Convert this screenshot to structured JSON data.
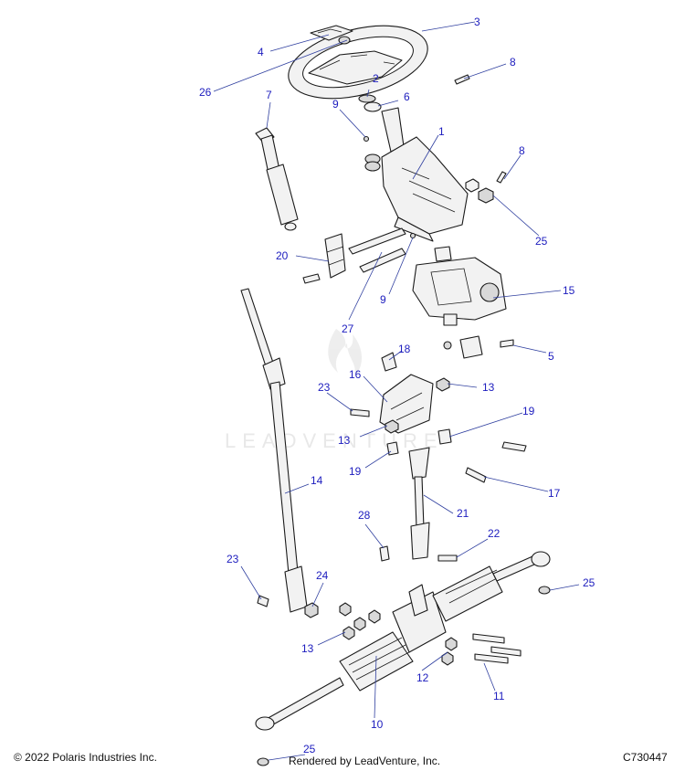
{
  "footer": {
    "copyright": "© 2022 Polaris Industries Inc.",
    "rendered_by": "Rendered by LeadVenture, Inc.",
    "diagram_id": "C730447"
  },
  "watermark": {
    "text": "LEADVENTURE"
  },
  "callouts": [
    "1",
    "2",
    "3",
    "4",
    "5",
    "6",
    "7",
    "8",
    "8",
    "9",
    "9",
    "10",
    "11",
    "12",
    "13",
    "13",
    "13",
    "14",
    "15",
    "16",
    "17",
    "18",
    "19",
    "19",
    "20",
    "21",
    "22",
    "23",
    "23",
    "24",
    "25",
    "25",
    "25",
    "26",
    "27",
    "28"
  ]
}
